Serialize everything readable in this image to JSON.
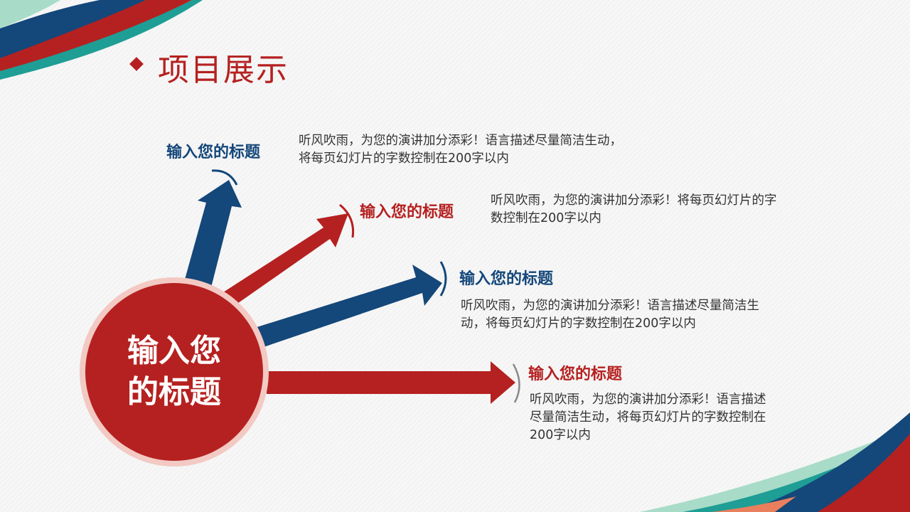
{
  "slide": {
    "title": "项目展示",
    "center_label": "输入您的标题"
  },
  "items": [
    {
      "heading": "输入您的标题",
      "text": "听风吹雨，为您的演讲加分添彩！语言描述尽量简洁生动，将每页幻灯片的字数控制在200字以内",
      "color": "#14477a"
    },
    {
      "heading": "输入您的标题",
      "text": "听风吹雨，为您的演讲加分添彩！将每页幻灯片的字数控制在200字以内",
      "color": "#b52120"
    },
    {
      "heading": "输入您的标题",
      "text": "听风吹雨，为您的演讲加分添彩！语言描述尽量简洁生动，将每页幻灯片的字数控制在200字以内",
      "color": "#14477a"
    },
    {
      "heading": "输入您的标题",
      "text": "听风吹雨，为您的演讲加分添彩！语言描述尽量简洁生动，将每页幻灯片的字数控制在200字以内",
      "color": "#b52120"
    }
  ],
  "colors": {
    "accent_red": "#b52120",
    "accent_blue": "#14477a",
    "teal": "#1e9e95",
    "mint": "#a8dcc8"
  }
}
